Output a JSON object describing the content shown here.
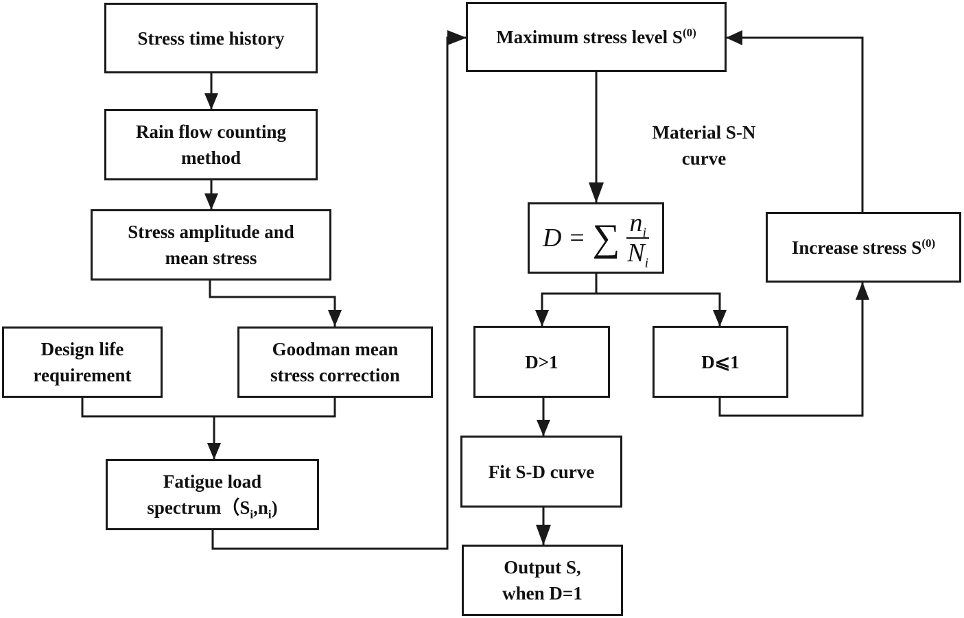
{
  "nodes": {
    "stress_time_history": "Stress time history",
    "rain_flow_line1": "Rain flow counting",
    "rain_flow_line2": "method",
    "stress_amplitude_line1": "Stress amplitude and",
    "stress_amplitude_line2": "mean stress",
    "design_life_line1": "Design life",
    "design_life_line2": "requirement",
    "goodman_line1": "Goodman mean",
    "goodman_line2": "stress correction",
    "fatigue_line1": "Fatigue load",
    "fatigue_line2_prefix": "spectrum（S",
    "fatigue_sub_s": "i",
    "fatigue_line2_mid": ",n",
    "fatigue_sub_n": "i",
    "fatigue_line2_suffix": ")",
    "max_stress_prefix": "Maximum stress level S",
    "max_stress_sup": "(0)",
    "formula_lhs": "D =",
    "formula_sigma": "∑",
    "formula_num": "n",
    "formula_num_sub": "i",
    "formula_den": "N",
    "formula_den_sub": "i",
    "increase_prefix": "Increase stress S",
    "increase_sup": "(0)",
    "d_greater": "D>1",
    "d_leq": "D⩽1",
    "fit_sd": "Fit S-D curve",
    "output_line1": "Output S,",
    "output_line2": "when D=1"
  },
  "labels": {
    "material_sn_line1": "Material S-N",
    "material_sn_line2": "curve"
  },
  "colors": {
    "stroke": "#1a1a1a",
    "text": "#111111",
    "background": "#ffffff"
  }
}
